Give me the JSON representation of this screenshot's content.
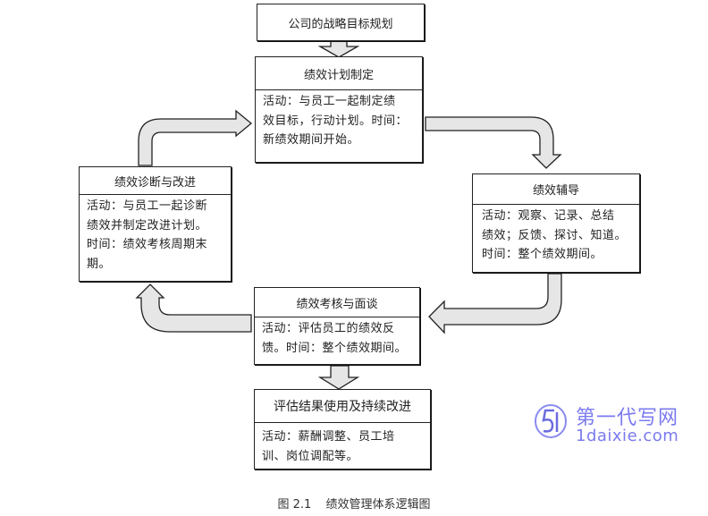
{
  "diagram": {
    "title_box": {
      "label": "公司的战略目标规划"
    },
    "stages": [
      {
        "id": "plan",
        "title": "绩效计划制定",
        "lines": [
          "活动：与员工一起制定绩",
          "效目标，行动计划。时间：",
          "新绩效期间开始。"
        ]
      },
      {
        "id": "coach",
        "title": "绩效辅导",
        "lines": [
          "活动：观察、记录、总结",
          "绩效；反馈、探讨、知道。",
          "时间：整个绩效期间。"
        ]
      },
      {
        "id": "review",
        "title": "绩效考核与面谈",
        "lines": [
          "活动：评估员工的绩效反",
          "馈。时间：整个绩效期间。"
        ]
      },
      {
        "id": "improve",
        "title": "绩效诊断与改进",
        "lines": [
          "活动：与员工一起诊断",
          "绩效并制定改进计划。",
          "时间：绩效考核周期末",
          "期。"
        ]
      },
      {
        "id": "use",
        "title": "评估结果使用及持续改进",
        "lines": [
          "活动：薪酬调整、员工培",
          "训、岗位调配等。"
        ]
      }
    ],
    "flow": [
      "公司的战略目标规划 → 绩效计划制定",
      "绩效计划制定 → 绩效辅导",
      "绩效辅导 → 绩效考核与面谈",
      "绩效考核与面谈 → 绩效诊断与改进",
      "绩效诊断与改进 → 绩效计划制定",
      "绩效考核与面谈 → 评估结果使用及持续改进"
    ]
  },
  "caption": {
    "number": "图 2.1",
    "text": "绩效管理体系逻辑图"
  },
  "watermark": {
    "cn": "第一代写网",
    "en": "1daixie.com",
    "logo": "51"
  }
}
